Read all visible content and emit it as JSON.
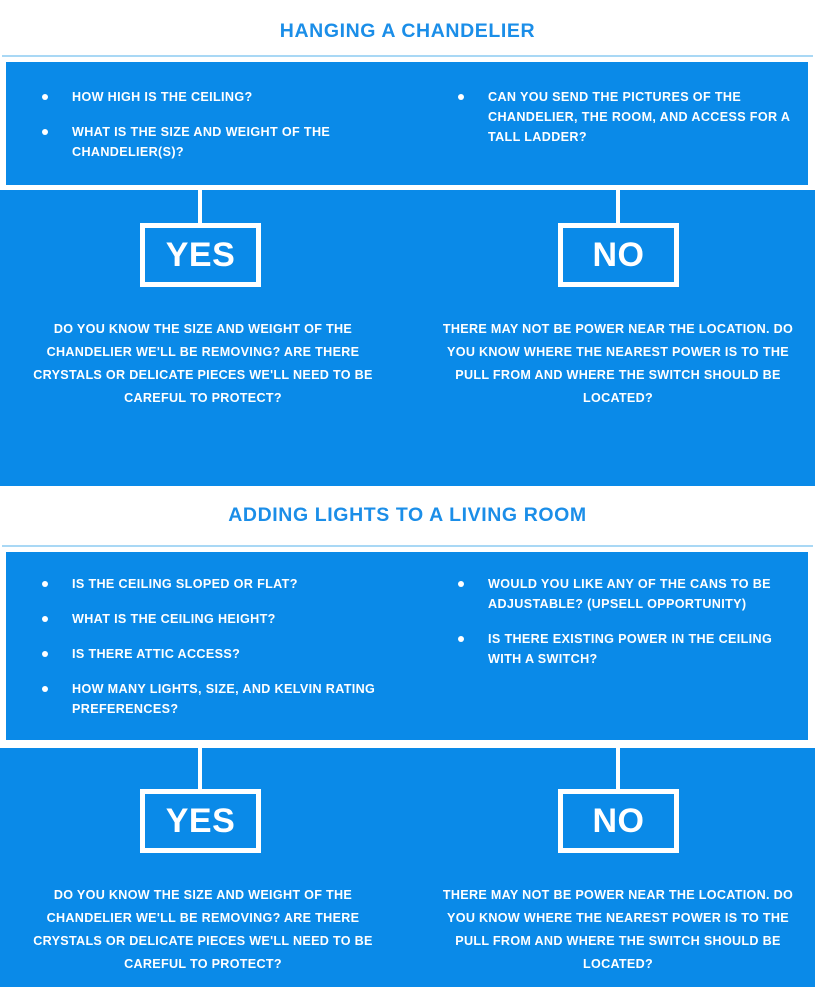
{
  "page": {
    "background": "#ffffff",
    "accent_blue": "#0a8ae8",
    "title_blue": "#1b8ee8",
    "divider_blue": "#a9d8f5"
  },
  "sections": [
    {
      "title": "HANGING A CHANDELIER",
      "questions_left": [
        "HOW HIGH IS THE CEILING?",
        "WHAT IS THE SIZE AND WEIGHT OF THE CHANDELIER(S)?"
      ],
      "questions_right": [
        "CAN YOU SEND THE PICTURES OF THE CHANDELIER, THE ROOM, AND ACCESS FOR A TALL LADDER?"
      ],
      "answers": [
        {
          "label": "YES",
          "text": "DO YOU KNOW THE SIZE AND WEIGHT OF THE CHANDELIER WE'LL BE REMOVING? ARE THERE CRYSTALS OR DELICATE PIECES WE'LL NEED TO BE CAREFUL TO PROTECT?"
        },
        {
          "label": "NO",
          "text": "THERE MAY NOT BE POWER NEAR THE LOCATION. DO YOU KNOW WHERE THE NEAREST POWER IS TO THE PULL FROM AND WHERE THE SWITCH SHOULD BE LOCATED?"
        }
      ]
    },
    {
      "title": "ADDING LIGHTS TO A LIVING ROOM",
      "questions_left": [
        "IS THE CEILING SLOPED OR FLAT?",
        "WHAT IS THE CEILING HEIGHT?",
        "IS THERE ATTIC ACCESS?",
        "HOW MANY LIGHTS, SIZE, AND KELVIN RATING PREFERENCES?"
      ],
      "questions_right": [
        "WOULD YOU LIKE ANY OF THE CANS TO BE ADJUSTABLE? (UPSELL OPPORTUNITY)",
        "IS THERE EXISTING POWER IN THE CEILING WITH A SWITCH?"
      ],
      "answers": [
        {
          "label": "YES",
          "text": "DO YOU KNOW THE SIZE AND WEIGHT OF THE CHANDELIER WE'LL BE REMOVING? ARE THERE CRYSTALS OR DELICATE PIECES WE'LL NEED TO BE CAREFUL TO PROTECT?"
        },
        {
          "label": "NO",
          "text": "THERE MAY NOT BE POWER NEAR THE LOCATION. DO YOU KNOW WHERE THE NEAREST POWER IS TO THE PULL FROM AND WHERE THE SWITCH SHOULD BE LOCATED?"
        }
      ]
    }
  ]
}
